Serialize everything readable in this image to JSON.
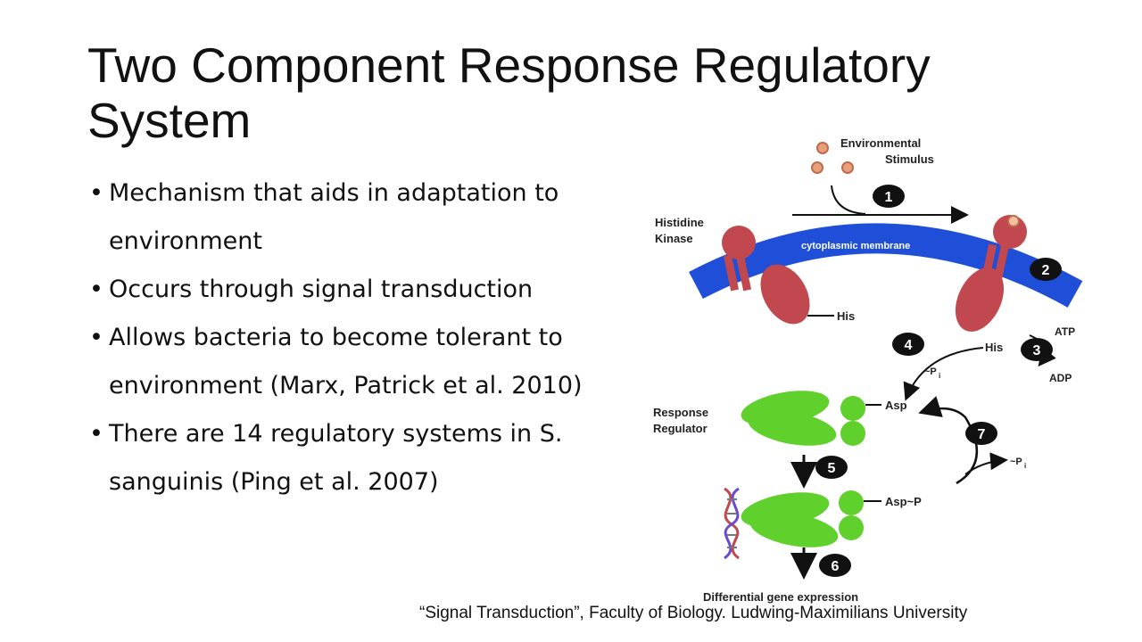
{
  "slide": {
    "title_line1": "Two Component Response Regulatory",
    "title_line2": "System",
    "bullets": [
      {
        "line1": "Mechanism that aids in adaptation to",
        "line2": "environment"
      },
      {
        "line1": "Occurs through signal transduction",
        "line2": ""
      },
      {
        "line1": "Allows bacteria to become tolerant to",
        "line2": "environment (Marx, Patrick et al. 2010)"
      },
      {
        "line1": "There are 14 regulatory systems in S.",
        "line2": "sanguinis (Ping et al. 2007)"
      }
    ],
    "bullet_symbol": "•",
    "caption": "“Signal Transduction”, Faculty of Biology. Ludwing-Maximilians University"
  },
  "diagram": {
    "environmental": "Environmental",
    "stimulus": "Stimulus",
    "histidine": "Histidine",
    "kinase": "Kinase",
    "membrane": "cytoplasmic membrane",
    "his_left": "His",
    "his_right": "His",
    "atp": "ATP",
    "adp": "ADP",
    "pi_1": "~P",
    "pi_sub": "i",
    "response": "Response",
    "regulator": "Regulator",
    "asp": "Asp",
    "asp_p": "Asp~P",
    "pi_2": "~P",
    "differential": "Differential gene expression",
    "steps": [
      "1",
      "2",
      "3",
      "4",
      "5",
      "6",
      "7"
    ],
    "colors": {
      "membrane": "#1f4fd8",
      "kinase": "#c0484e",
      "regulator": "#5fd02c",
      "stimulus": "#e8a07a",
      "badge": "#111111"
    }
  }
}
